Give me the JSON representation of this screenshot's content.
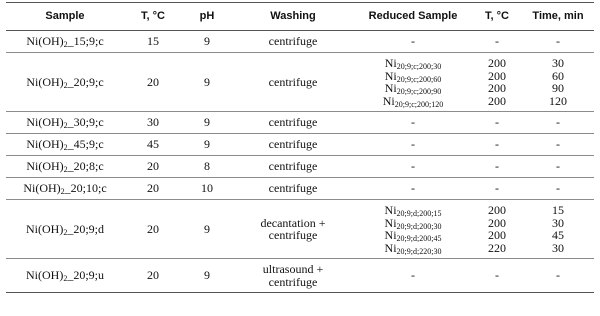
{
  "headers": [
    "Sample",
    "T, °C",
    "pH",
    "Washing",
    "Reduced Sample",
    "T, °C",
    "Time, min"
  ],
  "rows": [
    {
      "sample": {
        "pre": "Ni(OH)",
        "sub": "2",
        "post": "_15;9;c"
      },
      "t": "15",
      "ph": "9",
      "washing": [
        "centrifuge"
      ],
      "reduced": [
        {
          "text": "-"
        }
      ],
      "rt": [
        "-"
      ],
      "time": [
        "-"
      ]
    },
    {
      "sample": {
        "pre": "Ni(OH)",
        "sub": "2",
        "post": "_20;9;c"
      },
      "t": "20",
      "ph": "9",
      "washing": [
        "centrifuge"
      ],
      "reduced": [
        {
          "base": "Ni",
          "sub": "20;9;c;200;30"
        },
        {
          "base": "Ni",
          "sub": "20;9;c;200;60"
        },
        {
          "base": "Ni",
          "sub": "20;9;c;200;90"
        },
        {
          "base": "Ni",
          "sub": "20;9;c;200;120"
        }
      ],
      "rt": [
        "200",
        "200",
        "200",
        "200"
      ],
      "time": [
        "30",
        "60",
        "90",
        "120"
      ]
    },
    {
      "sample": {
        "pre": "Ni(OH)",
        "sub": "2",
        "post": "_30;9;c"
      },
      "t": "30",
      "ph": "9",
      "washing": [
        "centrifuge"
      ],
      "reduced": [
        {
          "text": "-"
        }
      ],
      "rt": [
        "-"
      ],
      "time": [
        "-"
      ]
    },
    {
      "sample": {
        "pre": "Ni(OH)",
        "sub": "2",
        "post": "_45;9;c"
      },
      "t": "45",
      "ph": "9",
      "washing": [
        "centrifuge"
      ],
      "reduced": [
        {
          "text": "-"
        }
      ],
      "rt": [
        "-"
      ],
      "time": [
        "-"
      ]
    },
    {
      "sample": {
        "pre": "Ni(OH)",
        "sub": "2",
        "post": "_20;8;c"
      },
      "t": "20",
      "ph": "8",
      "washing": [
        "centrifuge"
      ],
      "reduced": [
        {
          "text": "-"
        }
      ],
      "rt": [
        "-"
      ],
      "time": [
        "-"
      ]
    },
    {
      "sample": {
        "pre": "Ni(OH)",
        "sub": "2",
        "post": "_20;10;c"
      },
      "t": "20",
      "ph": "10",
      "washing": [
        "centrifuge"
      ],
      "reduced": [
        {
          "text": "-"
        }
      ],
      "rt": [
        "-"
      ],
      "time": [
        "-"
      ]
    },
    {
      "sample": {
        "pre": "Ni(OH)",
        "sub": "2",
        "post": "_20;9;d"
      },
      "t": "20",
      "ph": "9",
      "washing": [
        "decantation +",
        "centrifuge"
      ],
      "reduced": [
        {
          "base": "Ni",
          "sub": "20;9;d;200;15"
        },
        {
          "base": "Ni",
          "sub": "20;9;d;200;30"
        },
        {
          "base": "Ni",
          "sub": "20;9;d;200;45"
        },
        {
          "base": "Ni",
          "sub": "20;9;d;220;30"
        }
      ],
      "rt": [
        "200",
        "200",
        "200",
        "220"
      ],
      "time": [
        "15",
        "30",
        "45",
        "30"
      ]
    },
    {
      "sample": {
        "pre": "Ni(OH)",
        "sub": "2",
        "post": "_20;9;u"
      },
      "t": "20",
      "ph": "9",
      "washing": [
        "ultrasound +",
        "centrifuge"
      ],
      "reduced": [
        {
          "text": "-"
        }
      ],
      "rt": [
        "-"
      ],
      "time": [
        "-"
      ]
    }
  ]
}
